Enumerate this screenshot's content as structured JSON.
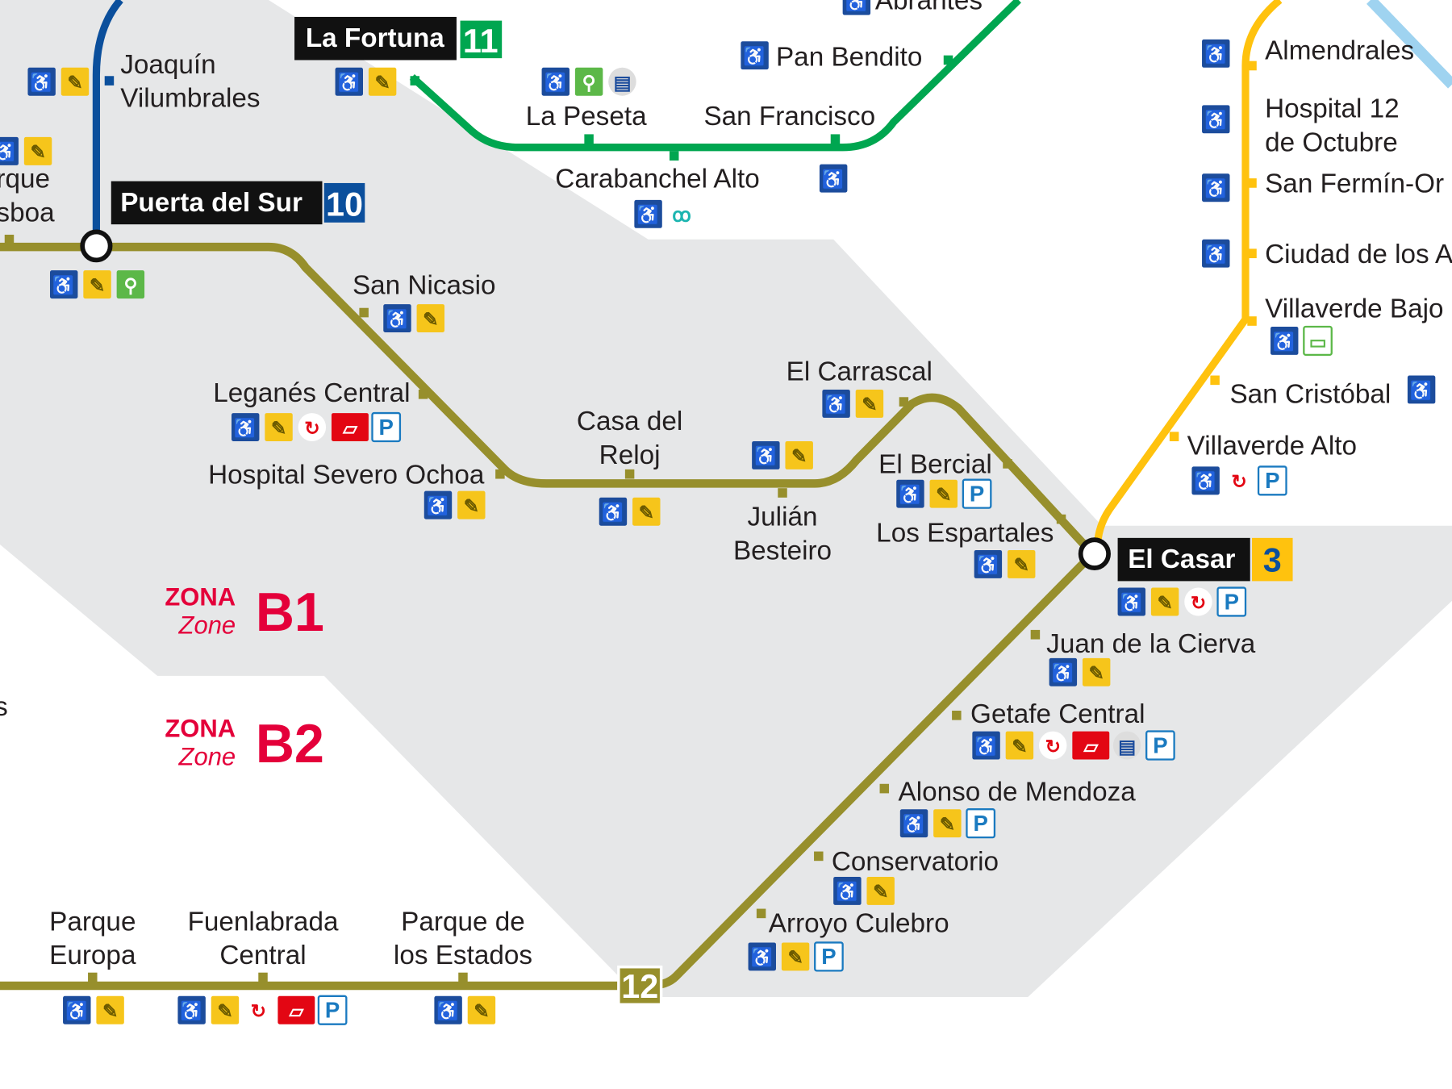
{
  "map": {
    "colors": {
      "line12": "#978f2c",
      "line10": "#0b4f9c",
      "line11": "#00a650",
      "line3": "#ffc20e",
      "zone_bg": "#e6e7e8",
      "zone_text": "#e4003a",
      "wheel": "#1c4c9c",
      "ticket": "#f6c51b",
      "renfe": "#e30613",
      "p": "#1a7ac0",
      "bike": "#5cb848",
      "emt": "#1cb5b0"
    },
    "badges": [
      {
        "name": "La Fortuna",
        "line": "11"
      },
      {
        "name": "Puerta del Sur",
        "line": "10"
      },
      {
        "name": "El Casar",
        "line": "3"
      },
      {
        "name": "",
        "line": "12"
      }
    ],
    "zones": [
      {
        "zona": "ZONA",
        "zone": "Zone",
        "code": "B1"
      },
      {
        "zona": "ZONA",
        "zone": "Zone",
        "code": "B2"
      }
    ],
    "stations": [
      {
        "l1": "Joaquín",
        "l2": "Vilumbrales",
        "icons": [
          "wheelchair",
          "ticket"
        ]
      },
      {
        "l1": "",
        "l2": "",
        "icons": [
          "wheelchair",
          "ticket"
        ]
      },
      {
        "l1": "La Peseta",
        "l2": "",
        "icons": [
          "wheelchair",
          "bike",
          "library"
        ]
      },
      {
        "l1": "Pan Bendito",
        "l2": "",
        "icons": [
          "wheelchair"
        ]
      },
      {
        "l1": "San Francisco",
        "l2": "",
        "icons": [
          "wheelchair"
        ]
      },
      {
        "l1": "Carabanchel Alto",
        "l2": "",
        "icons": [
          "wheelchair",
          "bus"
        ]
      },
      {
        "l1": "Abrantes",
        "l2": "",
        "icons": [
          "wheelchair"
        ]
      },
      {
        "l1": "Almendrales",
        "l2": "",
        "icons": [
          "wheelchair"
        ]
      },
      {
        "l1": "Hospital 12",
        "l2": "de Octubre",
        "icons": [
          "wheelchair"
        ]
      },
      {
        "l1": "San Fermín-Or",
        "l2": "",
        "icons": [
          "wheelchair"
        ]
      },
      {
        "l1": "Ciudad de los A",
        "l2": "",
        "icons": [
          "wheelchair"
        ]
      },
      {
        "l1": "Villaverde Bajo",
        "l2": "",
        "icons": [
          "wheelchair",
          "cercanias-bus"
        ]
      },
      {
        "l1": "San Cristóbal",
        "l2": "",
        "icons": [
          "wheelchair"
        ]
      },
      {
        "l1": "Villaverde Alto",
        "l2": "",
        "icons": [
          "wheelchair",
          "renfe",
          "parking"
        ]
      },
      {
        "l1": "",
        "l2": "",
        "icons": [
          "wheelchair",
          "ticket",
          "bike"
        ]
      },
      {
        "l1": "San Nicasio",
        "l2": "",
        "icons": [
          "wheelchair",
          "ticket"
        ]
      },
      {
        "l1": "Leganés Central",
        "l2": "",
        "icons": [
          "wheelchair",
          "ticket",
          "renfe",
          "intercity-bus",
          "parking"
        ]
      },
      {
        "l1": "Hospital Severo Ochoa",
        "l2": "",
        "icons": [
          "wheelchair",
          "ticket"
        ]
      },
      {
        "l1": "Casa del",
        "l2": "Reloj",
        "icons": [
          "wheelchair",
          "ticket"
        ]
      },
      {
        "l1": "Julián",
        "l2": "Besteiro",
        "icons": [
          "wheelchair",
          "ticket"
        ]
      },
      {
        "l1": "El Carrascal",
        "l2": "",
        "icons": [
          "wheelchair",
          "ticket"
        ]
      },
      {
        "l1": "El Bercial",
        "l2": "",
        "icons": [
          "wheelchair",
          "ticket",
          "parking"
        ]
      },
      {
        "l1": "Los Espartales",
        "l2": "",
        "icons": [
          "wheelchair",
          "ticket"
        ]
      },
      {
        "l1": "",
        "l2": "",
        "icons": [
          "wheelchair",
          "ticket",
          "renfe",
          "parking"
        ]
      },
      {
        "l1": "Juan de la Cierva",
        "l2": "",
        "icons": [
          "wheelchair",
          "ticket"
        ]
      },
      {
        "l1": "Getafe Central",
        "l2": "",
        "icons": [
          "wheelchair",
          "ticket",
          "renfe",
          "intercity-bus",
          "library",
          "parking"
        ]
      },
      {
        "l1": "Alonso de Mendoza",
        "l2": "",
        "icons": [
          "wheelchair",
          "ticket",
          "parking"
        ]
      },
      {
        "l1": "Conservatorio",
        "l2": "",
        "icons": [
          "wheelchair",
          "ticket"
        ]
      },
      {
        "l1": "Arroyo Culebro",
        "l2": "",
        "icons": [
          "wheelchair",
          "ticket",
          "parking"
        ]
      },
      {
        "l1": "Parque",
        "l2": "Europa",
        "icons": [
          "wheelchair",
          "ticket"
        ]
      },
      {
        "l1": "Fuenlabrada",
        "l2": "Central",
        "icons": [
          "wheelchair",
          "ticket",
          "renfe",
          "intercity-bus",
          "parking"
        ]
      },
      {
        "l1": "Parque de",
        "l2": "los Estados",
        "icons": [
          "wheelchair",
          "ticket"
        ]
      },
      {
        "l1": "rque",
        "l2": "sboa",
        "icons": [
          "wheelchair",
          "ticket"
        ]
      }
    ],
    "partial_labels": [
      "s"
    ]
  }
}
